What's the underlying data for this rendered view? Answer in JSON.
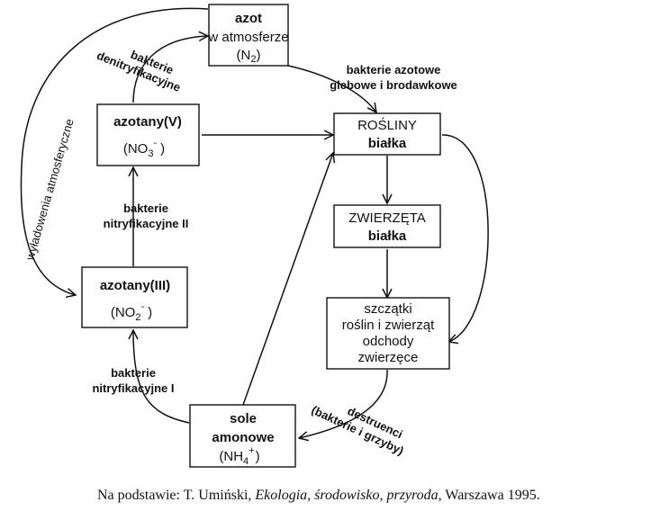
{
  "nodes": {
    "azot": {
      "line1": "azot",
      "line2": "w atmosferze",
      "formula": "(N",
      "sub": "2",
      "close": ")"
    },
    "azotany_v": {
      "name": "azotany(V)",
      "formula": "(NO",
      "sub": "3",
      "sup": "-",
      "close": ")"
    },
    "azotany_iii": {
      "name": "azotany(III)",
      "formula": "(NO",
      "sub": "2",
      "sup": "-",
      "close": ")"
    },
    "rosliny": {
      "line1": "ROŚLINY",
      "line2": "białka"
    },
    "zwierzeta": {
      "line1": "ZWIERZĘTA",
      "line2": "białka"
    },
    "szczatki": {
      "line1": "szczątki",
      "line2": "roślin i zwierząt",
      "line3": "odchody",
      "line4": "zwierzęce"
    },
    "sole": {
      "line1": "sole",
      "line2": "amonowe",
      "formula": "(NH",
      "sub": "4",
      "sup": "+",
      "close": ")"
    }
  },
  "labels": {
    "denitryfikacyjne": {
      "line1": "bakterie",
      "line2": "denitryfikacyjne"
    },
    "azotowe": {
      "line1": "bakterie azotowe",
      "line2": "glebowe i brodawkowe"
    },
    "nitryfikacyjne_ii": {
      "line1": "bakterie",
      "line2": "nitryfikacyjne II"
    },
    "nitryfikacyjne_i": {
      "line1": "bakterie",
      "line2": "nitryfikacyjne I"
    },
    "wyladowania": "wyładowenia atmosferyczne",
    "destruenci": {
      "line1": "destruenci",
      "line2": "(bakterie i grzyby)"
    }
  },
  "caption": {
    "prefix": "Na podstawie: T. Umiński, ",
    "title": "Ekologia, środowisko, przyroda",
    "suffix": ", Warszawa 1995."
  }
}
